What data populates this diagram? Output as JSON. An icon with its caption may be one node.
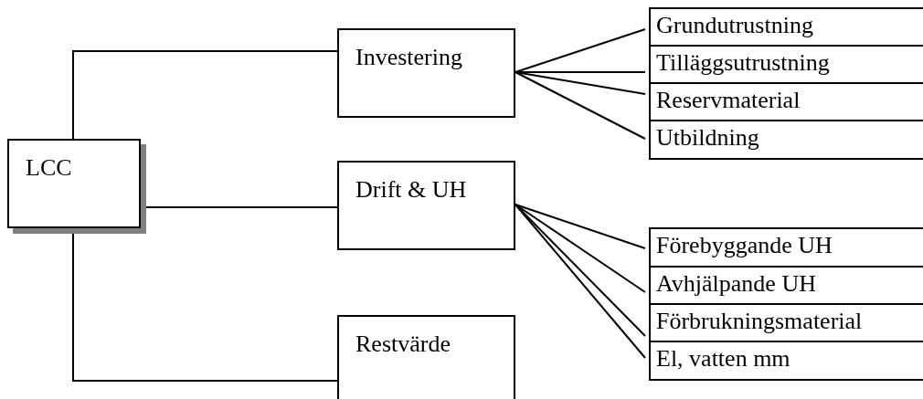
{
  "diagram": {
    "nodes": [
      {
        "text": [
          "LCC"
        ]
      },
      {
        "text": [
          "Investering"
        ]
      },
      {
        "text": [
          "Drift & UH"
        ]
      },
      {
        "text": [
          "Restvärde"
        ]
      },
      {
        "text": [
          "Grundutrustning"
        ]
      },
      {
        "text": [
          "Tilläggsutrustning"
        ]
      },
      {
        "text": [
          "Reservmaterial"
        ]
      },
      {
        "text": [
          "Utbildning"
        ]
      },
      {
        "text": [
          "Förebyggande UH"
        ]
      },
      {
        "text": [
          "Avhjälpande UH"
        ]
      },
      {
        "text": [
          "Förbrukningsmaterial"
        ]
      },
      {
        "text": [
          "El, vatten mm"
        ]
      }
    ],
    "edges": [
      {
        "from": 0,
        "to": 1,
        "arrow": "none"
      },
      {
        "from": 0,
        "to": 2,
        "arrow": "none"
      },
      {
        "from": 0,
        "to": 3,
        "arrow": "none"
      },
      {
        "from": 1,
        "to": 4,
        "arrow": "none"
      },
      {
        "from": 1,
        "to": 5,
        "arrow": "none"
      },
      {
        "from": 1,
        "to": 6,
        "arrow": "none"
      },
      {
        "from": 1,
        "to": 7,
        "arrow": "none"
      },
      {
        "from": 2,
        "to": 8,
        "arrow": "none"
      },
      {
        "from": 2,
        "to": 9,
        "arrow": "none"
      },
      {
        "from": 2,
        "to": 10,
        "arrow": "none"
      },
      {
        "from": 2,
        "to": 11,
        "arrow": "none"
      }
    ]
  }
}
